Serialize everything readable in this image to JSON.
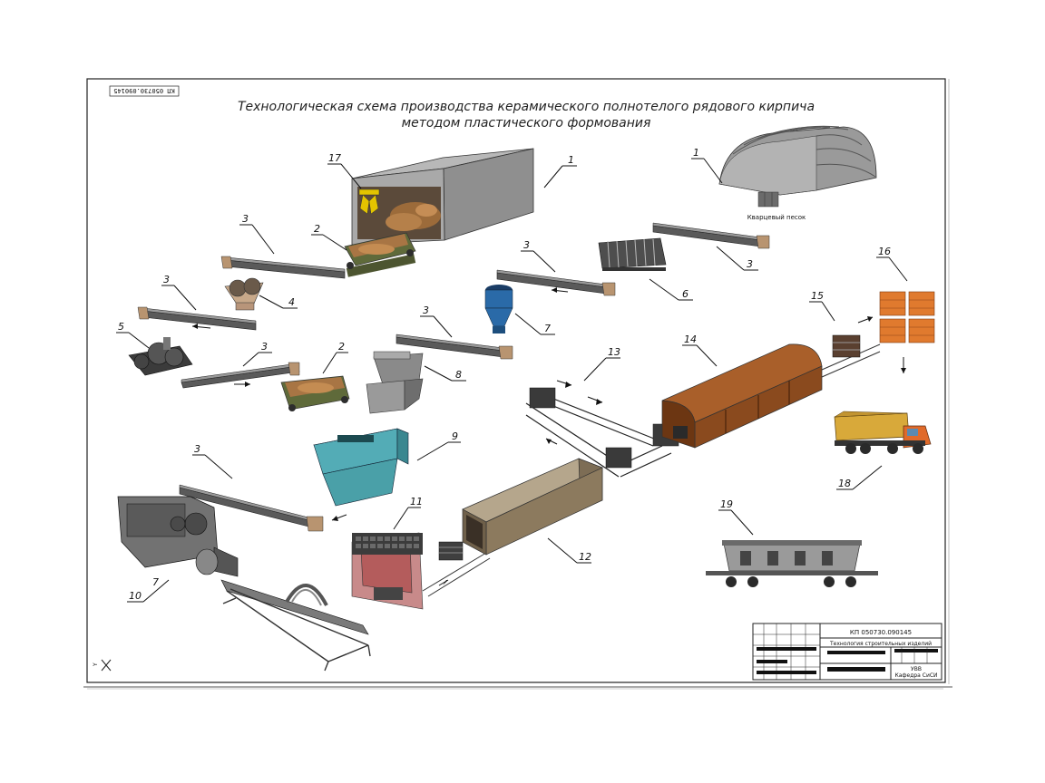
{
  "stamp_top": "КП 050730.090145",
  "title": {
    "line1": "Технологическая схема производства керамического полнотелого рядового кирпича",
    "line2": "методом пластического формования"
  },
  "sand_label": "Кварцевый песок",
  "callouts": {
    "n1a": "1",
    "n1b": "1",
    "n2a": "2",
    "n2b": "2",
    "n3a": "3",
    "n3b": "3",
    "n3c": "3",
    "n3d": "3",
    "n3e": "3",
    "n3f": "3",
    "n3g": "3",
    "n4": "4",
    "n5": "5",
    "n6": "6",
    "n7a": "7",
    "n7b": "7",
    "n8": "8",
    "n9": "9",
    "n10": "10",
    "n11": "11",
    "n12": "12",
    "n13": "13",
    "n14": "14",
    "n15": "15",
    "n16": "16",
    "n17": "17",
    "n18": "18",
    "n19": "19"
  },
  "title_block": {
    "code": "КП 050730.090145",
    "subtitle": "Технология строительных изделий",
    "org_line1": "УВВ",
    "org_line2": "Кафедра СиСИ"
  },
  "colors": {
    "clay": "#9c6b3a",
    "kiln": "#8a4a1e",
    "dryer": "#8c7a5e",
    "feeder": "#4aa0a8",
    "brick": "#e07a2e",
    "truck_body": "#d8a93a",
    "building": "#8e8e8e"
  }
}
